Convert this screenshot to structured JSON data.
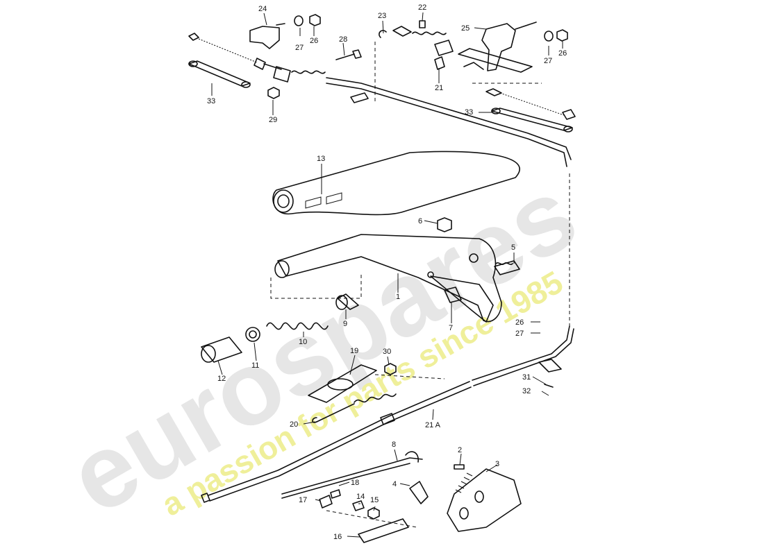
{
  "watermark": {
    "brand": "eurospares",
    "tagline": "a passion for parts since 1985",
    "brand_color": "#e6e6e6",
    "tagline_color": "#efef9a"
  },
  "callouts": {
    "c1": "1",
    "c2": "2",
    "c3": "3",
    "c4": "4",
    "c5": "5",
    "c6": "6",
    "c7": "7",
    "c8": "8",
    "c9": "9",
    "c10": "10",
    "c11": "11",
    "c12": "12",
    "c13": "13",
    "c14": "14",
    "c15": "15",
    "c16": "16",
    "c17": "17",
    "c18": "18",
    "c19": "19",
    "c20": "20",
    "c21a": "21 A",
    "c21": "21",
    "c22": "22",
    "c23": "23",
    "c24": "24",
    "c25": "25",
    "c26a": "26",
    "c26b": "26",
    "c26c": "26",
    "c27a": "27",
    "c27b": "27",
    "c27c": "27",
    "c28": "28",
    "c29": "29",
    "c30": "30",
    "c31": "31",
    "c32": "32",
    "c33a": "33",
    "c33b": "33"
  }
}
